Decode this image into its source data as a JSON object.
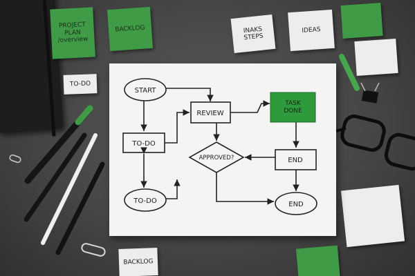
{
  "sticky_notes": {
    "project_plan": "PROJECT\nPLAN\n/overview",
    "backlog_top": "BACKLOG",
    "todo_left": "TO-DO",
    "next_steps": "INAKS\nSTEPS",
    "ideas": "IDEAS",
    "backlog_bottom": "BACKLOG"
  },
  "flowchart": {
    "start": "START",
    "review": "REVIEW",
    "task_done": "TASK\nDONE",
    "todo_upper": "TO-DO",
    "approved": "APPROVED?",
    "end_box": "END",
    "todo_lower": "TO-DO",
    "end_oval": "END"
  },
  "colors": {
    "accent_green": "#3f9b45",
    "task_done_green": "#2f9a3c",
    "desk": "#4a4a4a",
    "paper": "#f4f4f2"
  }
}
